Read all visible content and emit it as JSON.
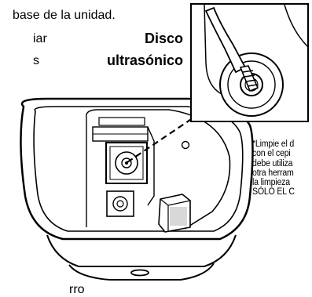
{
  "document": {
    "body_text_lines": [
      "base de la unidad.",
      "iar",
      "s",
      "rro"
    ],
    "callout_label_lines": [
      "Disco",
      "ultrasónico"
    ],
    "side_note_lines": [
      "*Limpie el d",
      "con el cepi",
      "debe utiliza",
      "otra herram",
      "la limpieza",
      "SÓLO EL C"
    ]
  },
  "illustration": {
    "subject": "humidifier base with ultrasonic disc, magnified inset showing brush cleaning the disc",
    "icons": [
      "ultrasonic-disc",
      "cleaning-brush",
      "magnifier-inset"
    ]
  }
}
